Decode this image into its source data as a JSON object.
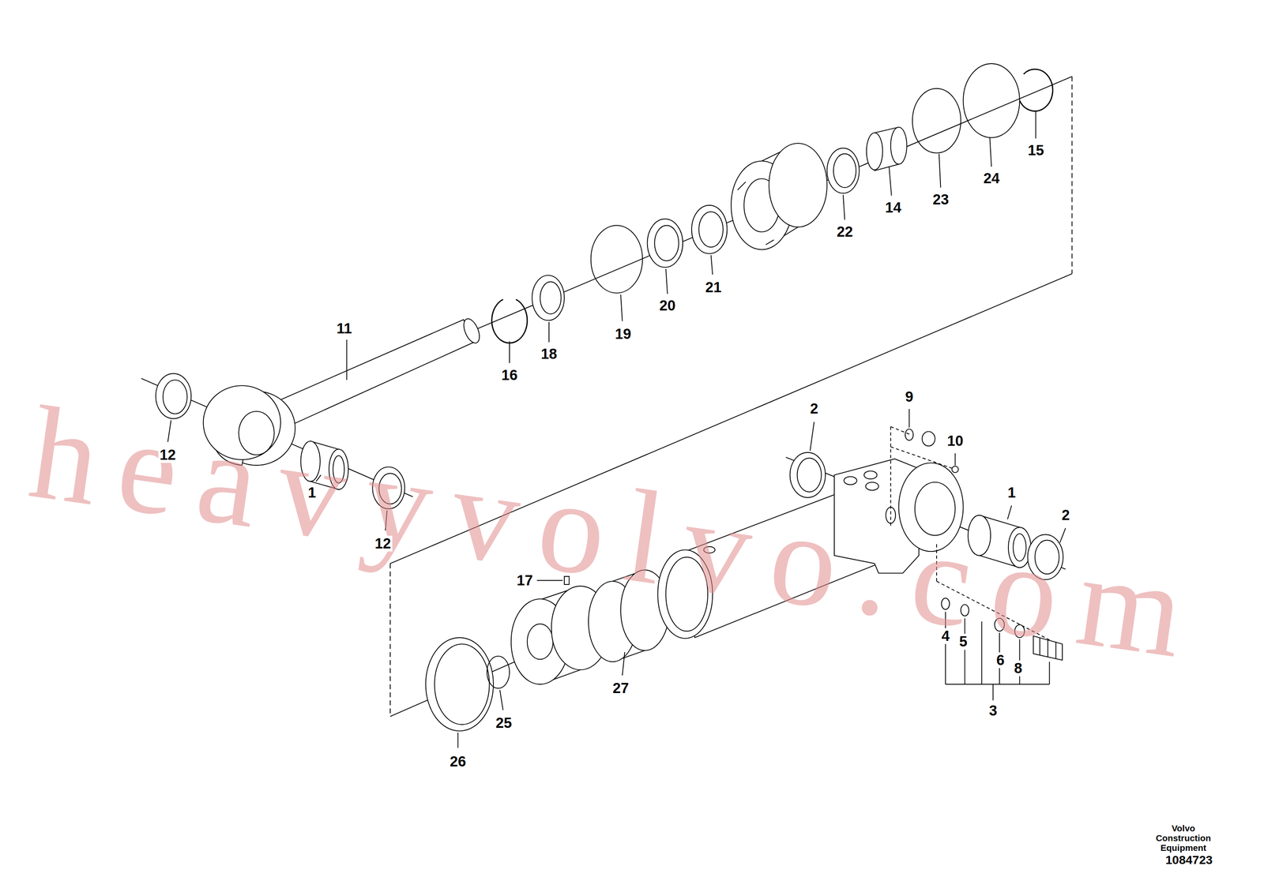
{
  "diagram": {
    "labels": [
      "15",
      "24",
      "23",
      "14",
      "22",
      "21",
      "20",
      "19",
      "18",
      "11",
      "16",
      "12",
      "1",
      "12",
      "9",
      "2",
      "10",
      "1",
      "2",
      "17",
      "4",
      "5",
      "6",
      "8",
      "27",
      "3",
      "25",
      "26",
      "heavyvolvo.com",
      "Volvo Construction Equipment",
      "1084723"
    ]
  }
}
